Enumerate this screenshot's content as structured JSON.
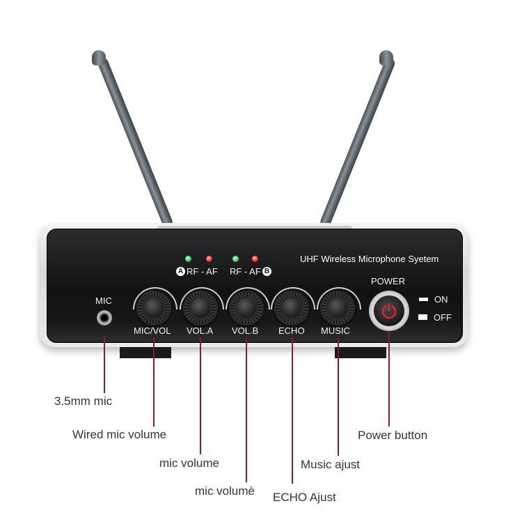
{
  "device": {
    "brand_text": "UHF Wireless Microphone Syetem",
    "channel_a": {
      "letter": "A",
      "label": "RF - AF"
    },
    "channel_b": {
      "letter": "B",
      "label": "RF - AF"
    },
    "mic_label": "MIC",
    "knobs": [
      "MIC/VOL",
      "VOL.A",
      "VOL.B",
      "ECHO",
      "MUSIC"
    ],
    "power_label": "POWER",
    "switch_on": "ON",
    "switch_off": "OFF"
  },
  "callouts": {
    "jack": "3.5mm mic",
    "wired_volume": "Wired mic volume",
    "vol_a": "mic volume",
    "vol_b": "mic volumè",
    "echo": "ECHO Ajust",
    "music": "Music ajust",
    "power": "Power button"
  },
  "colors": {
    "callout_line": "#8c1b2c",
    "panel": "#141415",
    "led_green": "#2bd86a",
    "led_red": "#ff2a2a",
    "power_icon": "#e0242c"
  }
}
